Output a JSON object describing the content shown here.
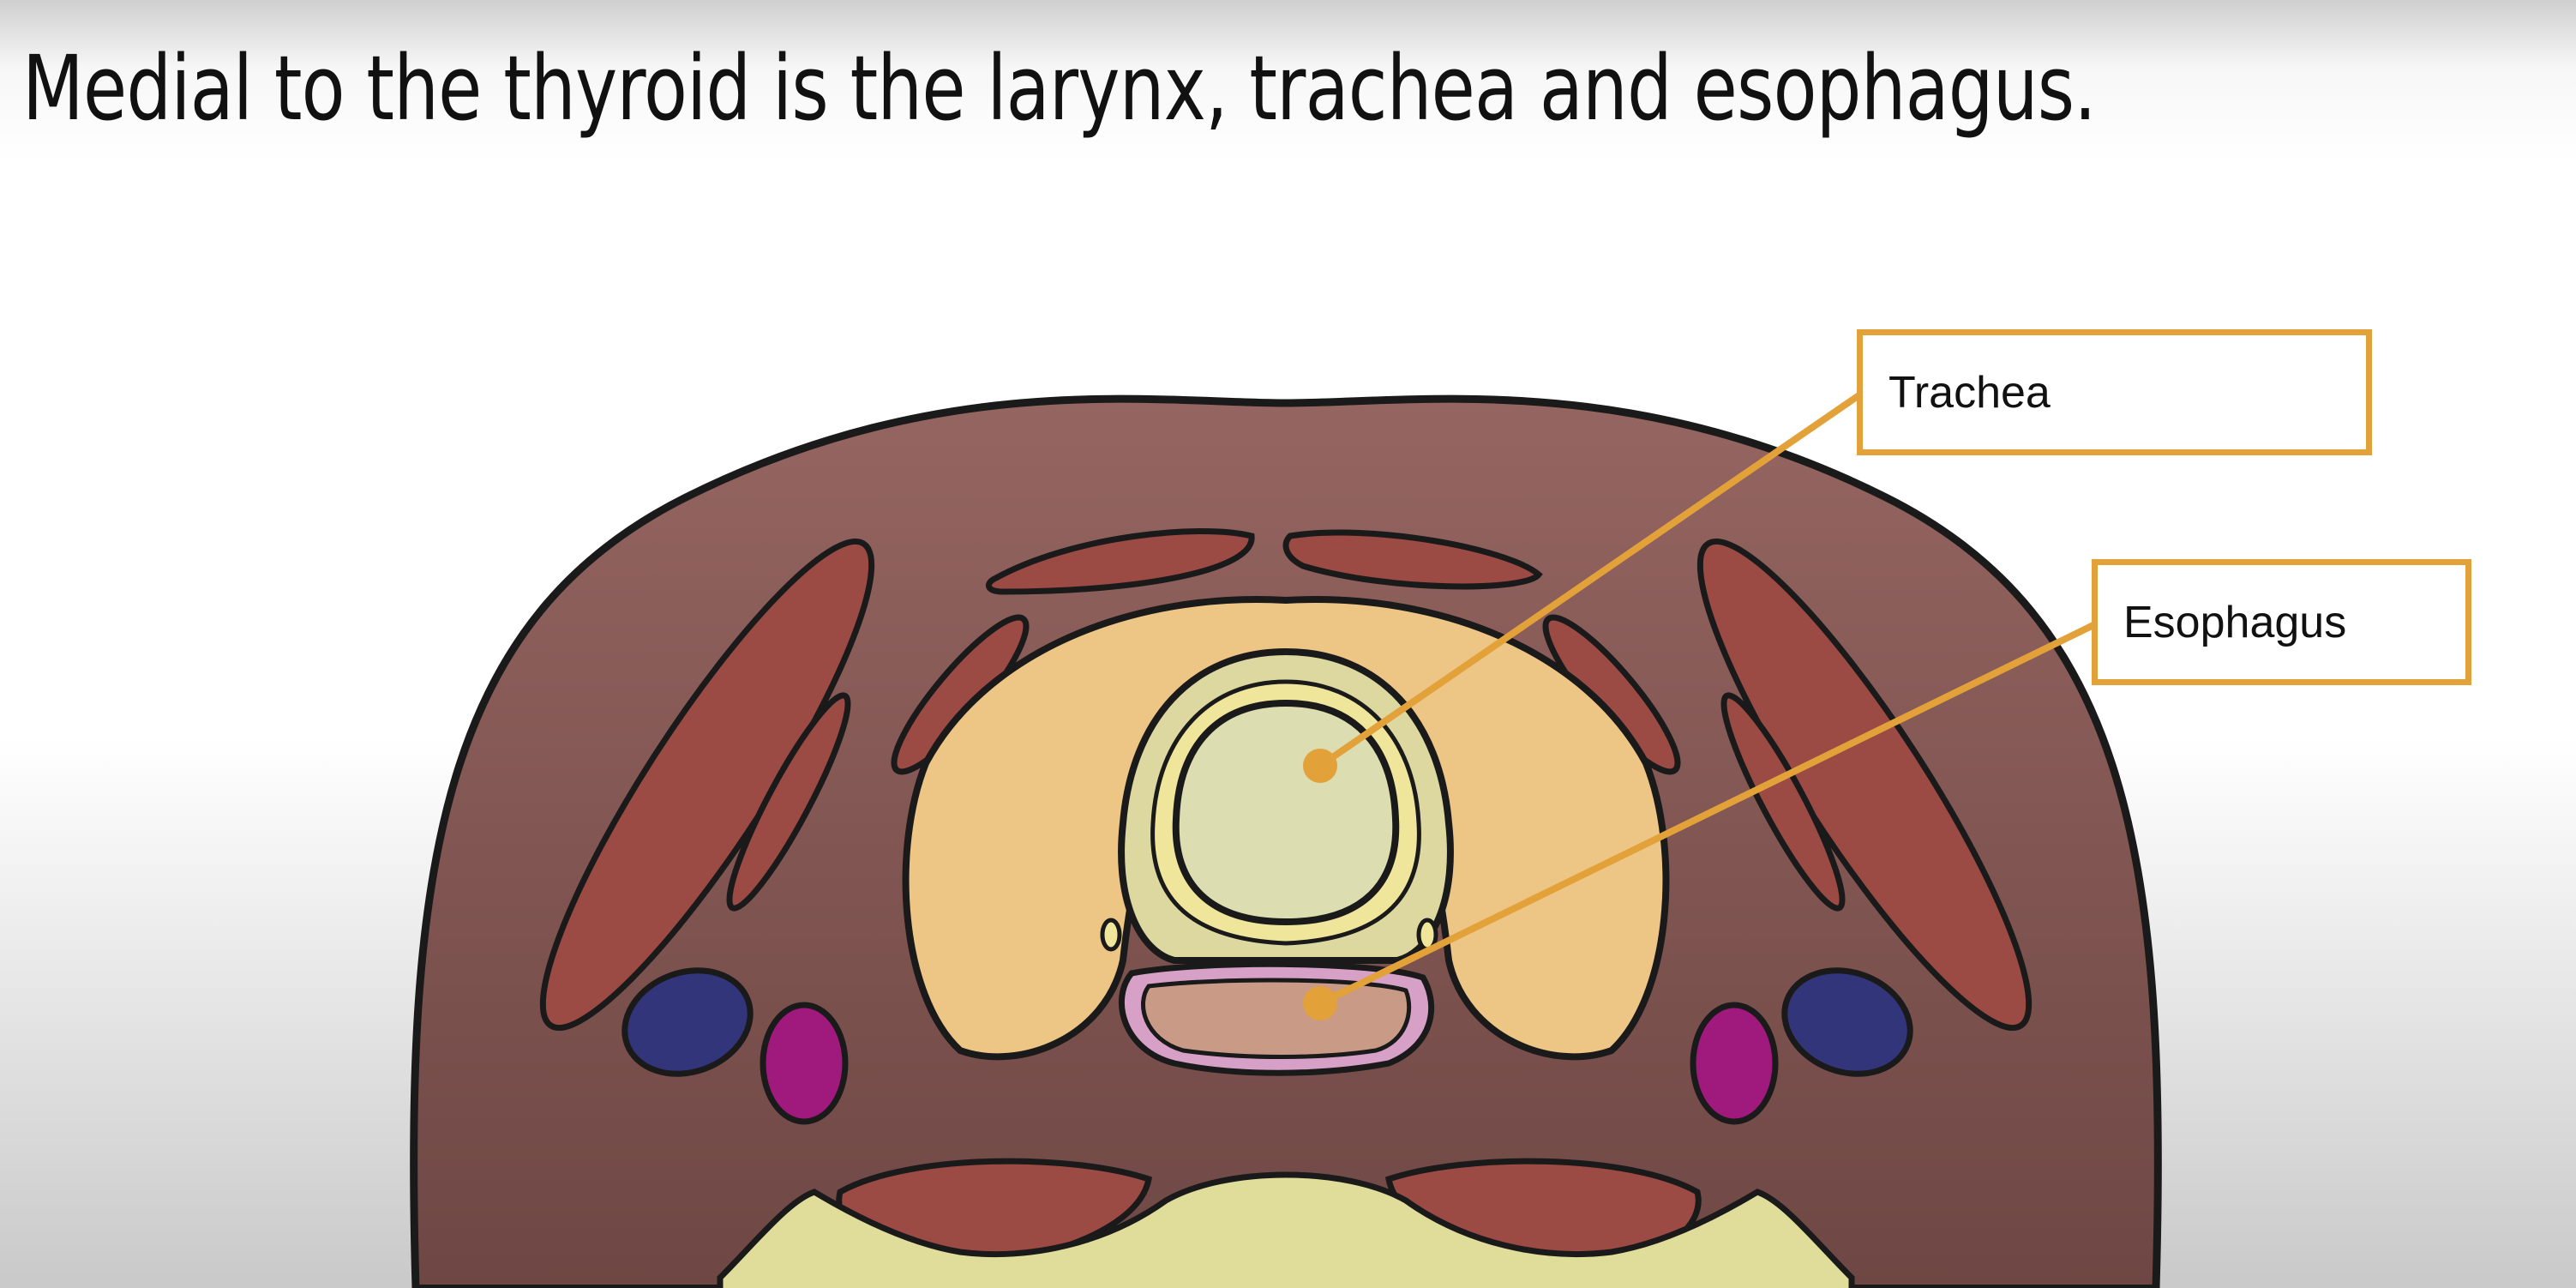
{
  "slide": {
    "title": "Medial to the thyroid is the larynx, trachea and esophagus."
  },
  "labels": {
    "trachea": "Trachea",
    "esophagus": "Esophagus"
  },
  "colors": {
    "callout": "#e3a139",
    "neck_tissue": "#8d5c59",
    "muscle": "#9b4a44",
    "thyroid": "#edc585",
    "trachea_wall": "#efe59b",
    "trachea_lumen": "#dcddb0",
    "esophagus": "#c99a86",
    "esophagus_mucosa": "#d7a1c7",
    "jugular_vein": "#33357a",
    "carotid_artery": "#a0197c",
    "vertebra": "#e0dc9a"
  }
}
